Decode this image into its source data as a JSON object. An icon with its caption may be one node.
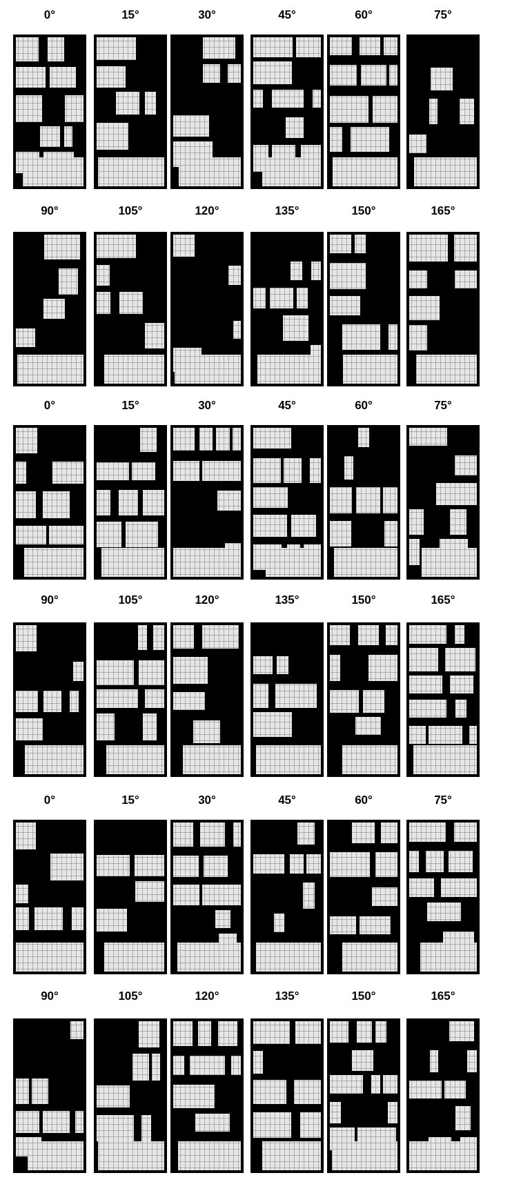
{
  "diagram": {
    "labels": [
      "0°",
      "15°",
      "30°",
      "45°",
      "60°",
      "75°",
      "90°",
      "105°",
      "120°",
      "135°",
      "150°",
      "165°",
      "0°",
      "15°",
      "30°",
      "45°",
      "60°",
      "75°",
      "90°",
      "105°",
      "120°",
      "135°",
      "150°",
      "165°",
      "0°",
      "15°",
      "30°",
      "45°",
      "60°",
      "75°",
      "90°",
      "105°",
      "120°",
      "135°",
      "150°",
      "165°"
    ]
  }
}
